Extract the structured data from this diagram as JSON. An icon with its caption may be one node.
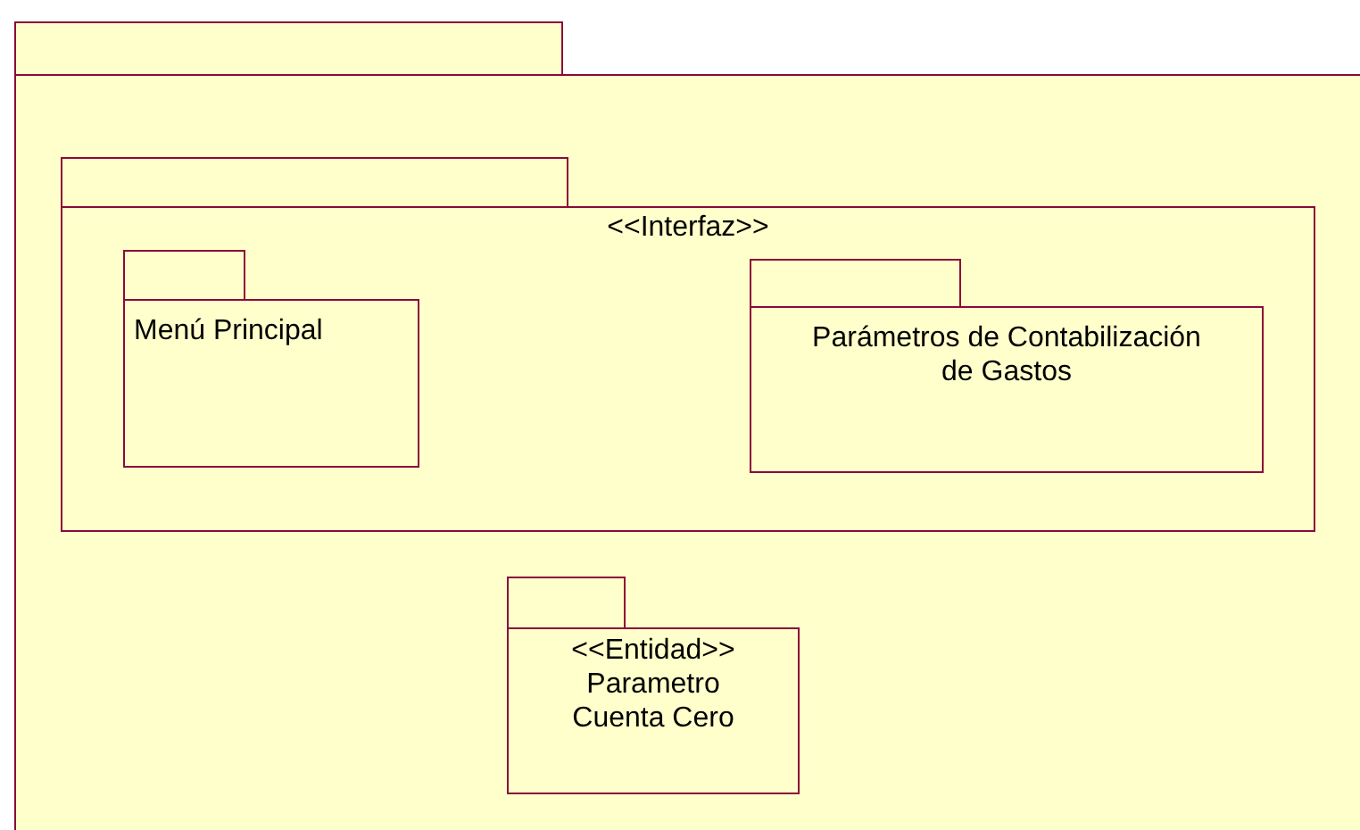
{
  "diagram": {
    "nodes": [
      {
        "text": [],
        "shape": "folder"
      },
      {
        "text": [
          "<<Interfaz>>"
        ],
        "in": 0
      },
      {
        "text": [
          "Menú Principal"
        ],
        "in": 1
      },
      {
        "text": [
          "Parámetros de Contabilización de Gastos"
        ],
        "in": 1
      },
      {
        "text": [
          "<<Entidad>>",
          "Parametro Cuenta Cero"
        ],
        "in": 0
      }
    ]
  }
}
